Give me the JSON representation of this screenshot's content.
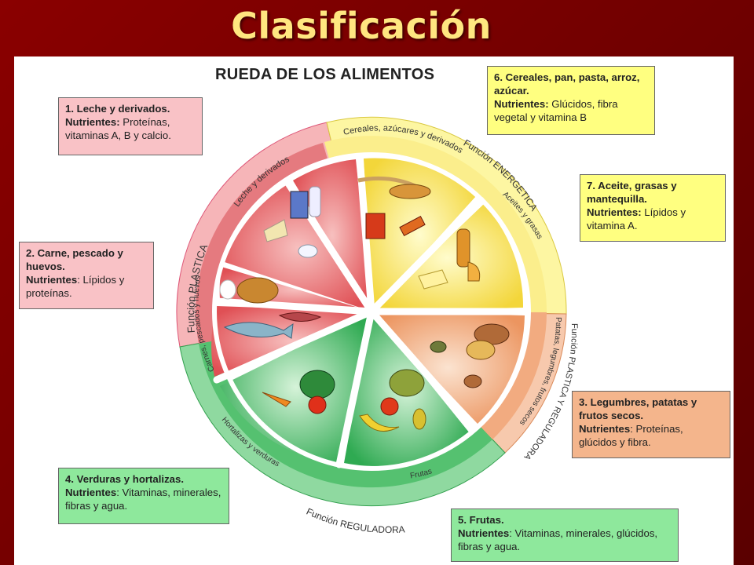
{
  "slide": {
    "title": "Clasificación"
  },
  "wheel": {
    "title": "RUEDA DE LOS ALIMENTOS",
    "functions": {
      "plastica": "Función PLASTICA",
      "energetica": "Función ENERGETICA",
      "plastica_reguladora": "Función PLASTICA Y REGULADORA",
      "reguladora": "Función REGULADORA"
    },
    "groups": [
      "Leche y derivados",
      "Carnes, pescados y huevos",
      "Cereales, azúcares y derivados",
      "Aceites y grasas",
      "Patatas, legumbres, frutos secos",
      "Frutas",
      "Hortalizas y verduras"
    ],
    "colors": {
      "red": "#e8575c",
      "yellow": "#f7e24a",
      "orange": "#ef9c66",
      "green": "#3bb25a"
    }
  },
  "boxes": {
    "b1": {
      "heading": "1. Leche y derivados.",
      "label": "Nutrientes:",
      "text": "Proteínas, vitaminas A, B y calcio."
    },
    "b2": {
      "heading": "2. Carne, pescado y huevos.",
      "label": "Nutrientes",
      "text": ": Lípidos y proteínas."
    },
    "b3": {
      "heading": "3. Legumbres, patatas y frutos secos.",
      "label": "Nutrientes",
      "text": ": Proteínas, glúcidos y fibra."
    },
    "b4": {
      "heading": "4. Verduras y hortalizas.",
      "label": "Nutrientes",
      "text": ": Vitaminas, minerales, fibras y agua."
    },
    "b5": {
      "heading": "5. Frutas.",
      "label": "Nutrientes",
      "text": ": Vitaminas, minerales, glúcidos, fibras y agua."
    },
    "b6": {
      "heading": "6. Cereales, pan, pasta, arroz, azúcar.",
      "label": "Nutrientes:",
      "text": "Glúcidos, fibra vegetal y vitamina B"
    },
    "b7": {
      "heading": "7. Aceite, grasas y mantequilla.",
      "label": "Nutrientes:",
      "text": "Lípidos y vitamina A."
    }
  }
}
